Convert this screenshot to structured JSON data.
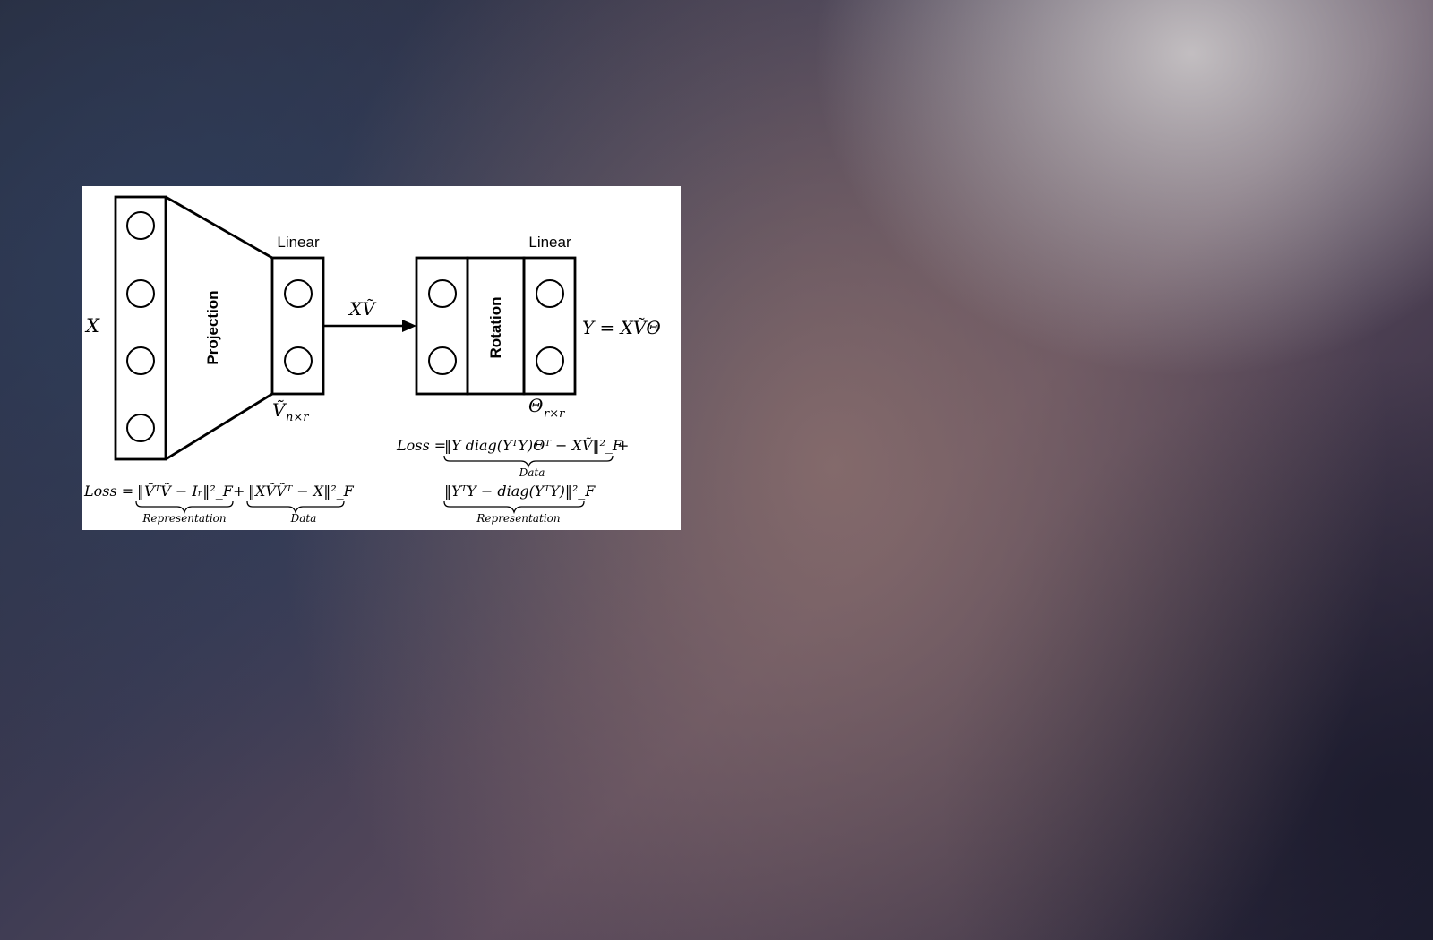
{
  "diagram": {
    "input_label": "X",
    "projection_label": "Projection",
    "rotation_label": "Rotation",
    "linear_label_left": "Linear",
    "linear_label_right": "Linear",
    "arrow_label": "XṼ",
    "output_label": "Y = XṼΘ",
    "v_label": "Ṽ",
    "v_subscript": "n×r",
    "theta_label": "Θ",
    "theta_subscript": "r×r",
    "loss_left": {
      "prefix": "Loss =",
      "term1": "‖ṼᵀṼ − Iᵣ‖²_F",
      "plus": "+",
      "term2": "‖XṼṼᵀ − X‖²_F",
      "term1_brace": "Representation",
      "term2_brace": "Data"
    },
    "loss_right": {
      "prefix": "Loss =",
      "term1": "‖Y diag(YᵀY)Θᵀ − XṼ‖²_F",
      "plus": "+",
      "term1_brace": "Data",
      "term2": "‖YᵀY − diag(YᵀY)‖²_F",
      "term2_brace": "Representation"
    }
  }
}
